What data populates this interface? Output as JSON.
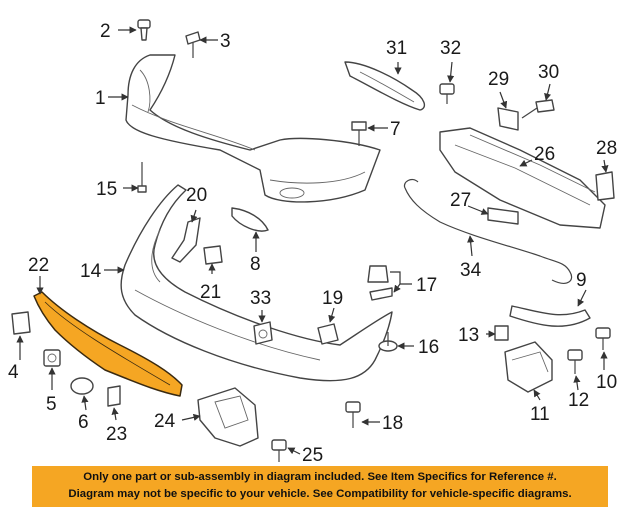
{
  "callouts": {
    "c1": "1",
    "c2": "2",
    "c3": "3",
    "c4": "4",
    "c5": "5",
    "c6": "6",
    "c7": "7",
    "c8": "8",
    "c9": "9",
    "c10": "10",
    "c11": "11",
    "c12": "12",
    "c13": "13",
    "c14": "14",
    "c15": "15",
    "c16": "16",
    "c17": "17",
    "c18": "18",
    "c19": "19",
    "c20": "20",
    "c21": "21",
    "c22": "22",
    "c23": "23",
    "c24": "24",
    "c25": "25",
    "c26": "26",
    "c27": "27",
    "c28": "28",
    "c29": "29",
    "c30": "30",
    "c31": "31",
    "c32": "32",
    "c33": "33",
    "c34": "34"
  },
  "notice": {
    "line1": "Only one part or sub-assembly in diagram included. See Item Specifics for Reference #.",
    "line2": "Diagram may not be specific to your vehicle. See Compatibility for vehicle-specific diagrams."
  },
  "colors": {
    "highlight": "#f5a623",
    "notice_background": "#f5a623"
  }
}
